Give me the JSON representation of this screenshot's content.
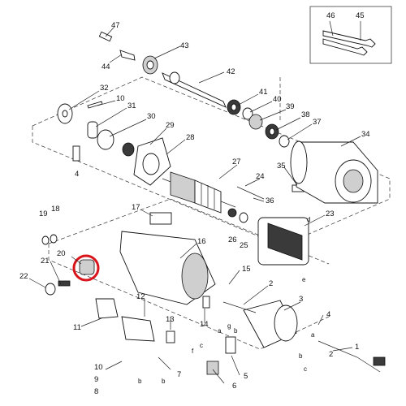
{
  "diagram": {
    "labels": [
      {
        "id": "47",
        "text": "47"
      },
      {
        "id": "43",
        "text": "43"
      },
      {
        "id": "44",
        "text": "44"
      },
      {
        "id": "42",
        "text": "42"
      },
      {
        "id": "46",
        "text": "46"
      },
      {
        "id": "45",
        "text": "45"
      },
      {
        "id": "32",
        "text": "32"
      },
      {
        "id": "10a",
        "text": "10"
      },
      {
        "id": "31",
        "text": "31"
      },
      {
        "id": "30",
        "text": "30"
      },
      {
        "id": "29",
        "text": "29"
      },
      {
        "id": "28",
        "text": "28"
      },
      {
        "id": "41",
        "text": "41"
      },
      {
        "id": "40",
        "text": "40"
      },
      {
        "id": "39",
        "text": "39"
      },
      {
        "id": "38",
        "text": "38"
      },
      {
        "id": "37",
        "text": "37"
      },
      {
        "id": "34",
        "text": "34"
      },
      {
        "id": "4a",
        "text": "4"
      },
      {
        "id": "27",
        "text": "27"
      },
      {
        "id": "35",
        "text": "35"
      },
      {
        "id": "24",
        "text": "24"
      },
      {
        "id": "36",
        "text": "36"
      },
      {
        "id": "17",
        "text": "17"
      },
      {
        "id": "23",
        "text": "23"
      },
      {
        "id": "d",
        "text": "d"
      },
      {
        "id": "19",
        "text": "19"
      },
      {
        "id": "18",
        "text": "18"
      },
      {
        "id": "26",
        "text": "26"
      },
      {
        "id": "25",
        "text": "25"
      },
      {
        "id": "16",
        "text": "16"
      },
      {
        "id": "e",
        "text": "e"
      },
      {
        "id": "20",
        "text": "20"
      },
      {
        "id": "21",
        "text": "21"
      },
      {
        "id": "15",
        "text": "15"
      },
      {
        "id": "22",
        "text": "22"
      },
      {
        "id": "2a",
        "text": "2"
      },
      {
        "id": "3",
        "text": "3"
      },
      {
        "id": "12",
        "text": "12"
      },
      {
        "id": "4b",
        "text": "4"
      },
      {
        "id": "11",
        "text": "11"
      },
      {
        "id": "14",
        "text": "14"
      },
      {
        "id": "13",
        "text": "13"
      },
      {
        "id": "a1",
        "text": "a"
      },
      {
        "id": "g",
        "text": "g"
      },
      {
        "id": "a2",
        "text": "a"
      },
      {
        "id": "b1",
        "text": "b"
      },
      {
        "id": "f",
        "text": "f"
      },
      {
        "id": "c1",
        "text": "c"
      },
      {
        "id": "b2",
        "text": "b"
      },
      {
        "id": "c2",
        "text": "c"
      },
      {
        "id": "1",
        "text": "1"
      },
      {
        "id": "2b",
        "text": "2"
      },
      {
        "id": "10b",
        "text": "10"
      },
      {
        "id": "9",
        "text": "9"
      },
      {
        "id": "8",
        "text": "8"
      },
      {
        "id": "b3",
        "text": "b"
      },
      {
        "id": "7",
        "text": "7"
      },
      {
        "id": "b4",
        "text": "b"
      },
      {
        "id": "6",
        "text": "6"
      },
      {
        "id": "5",
        "text": "5"
      }
    ],
    "highlight": {
      "label": "20",
      "color": "#d9141b"
    }
  }
}
